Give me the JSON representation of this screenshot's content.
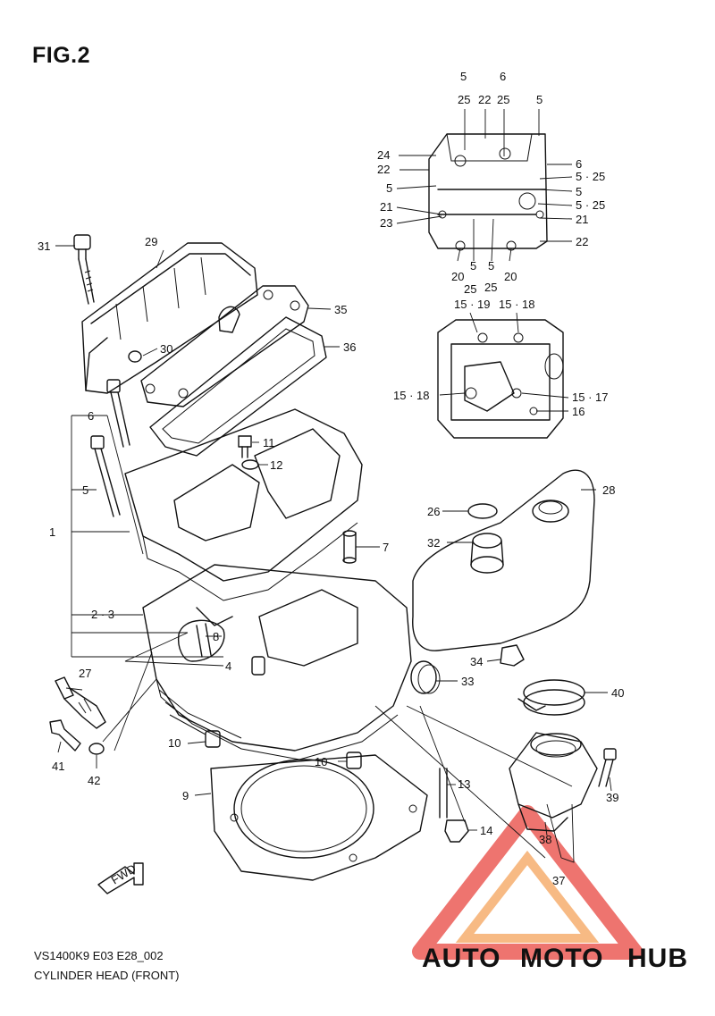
{
  "figure": {
    "title": "FIG.2",
    "code": "VS1400K9 E03 E28_002",
    "name": "CYLINDER HEAD (FRONT)",
    "fwd_label": "FWD"
  },
  "callouts": {
    "p1": "1",
    "p2_3": "2 · 3",
    "p4": "4",
    "p5": "5",
    "p6": "6",
    "p7": "7",
    "p8": "8",
    "p9": "9",
    "p10a": "10",
    "p10b": "10",
    "p11": "11",
    "p12": "12",
    "p13": "13",
    "p14": "14",
    "p16": "16",
    "p15_17": "15 · 17",
    "p15_18a": "15 · 18",
    "p15_18b": "15 · 18",
    "p15_19": "15 · 19",
    "p20a": "20",
    "p20b": "20",
    "p21a": "21",
    "p21b": "21",
    "p22a": "22",
    "p22b": "22",
    "p22c": "22",
    "p23": "23",
    "p24": "24",
    "p5_25a": "5 · 25",
    "p5_25b": "5 · 25",
    "p5a": "5",
    "p5b": "5",
    "p5c": "5",
    "p5d": "5",
    "p25a": "25",
    "p25b": "25",
    "p6b": "6",
    "p6c": "6",
    "p25c": "25",
    "p25d": "25",
    "p5e": "5",
    "p5f": "5",
    "p26": "26",
    "p27": "27",
    "p28": "28",
    "p29": "29",
    "p30": "30",
    "p31": "31",
    "p32": "32",
    "p33": "33",
    "p34": "34",
    "p35": "35",
    "p36": "36",
    "p37": "37",
    "p38": "38",
    "p39": "39",
    "p40": "40",
    "p41": "41",
    "p42": "42"
  },
  "watermark": {
    "word_a": "AUTO",
    "word_b": "MOTO",
    "word_c": "HUB",
    "color_a": "#f5a45c",
    "color_b": "#e9463f",
    "color_c": "#3a3a3a"
  }
}
